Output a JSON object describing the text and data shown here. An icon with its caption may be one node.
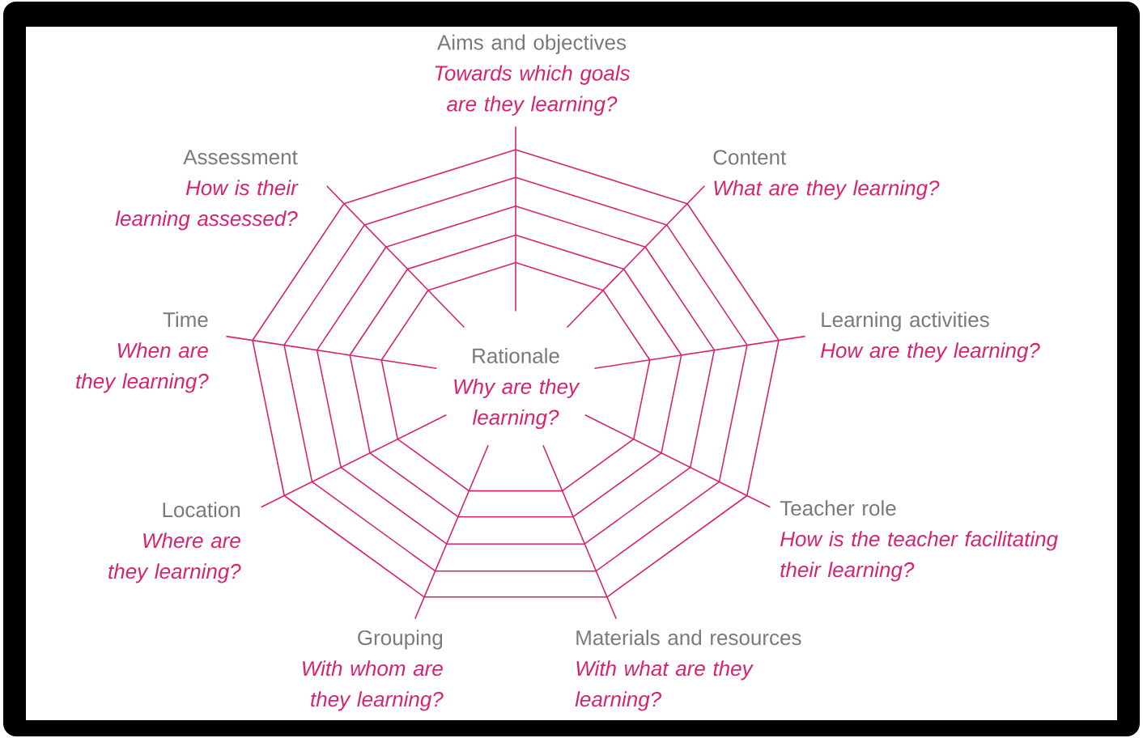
{
  "diagram": {
    "nodes": [
      {
        "text": [
          "Aims and objectives",
          "Towards which goals are they learning?"
        ]
      },
      {
        "text": [
          "Content",
          "What are they learning?"
        ]
      },
      {
        "text": [
          "Learning activities",
          "How are they learning?"
        ]
      },
      {
        "text": [
          "Teacher role",
          "How is the teacher facilitating their learning?"
        ]
      },
      {
        "text": [
          "Materials and resources",
          "With what are they learning?"
        ]
      },
      {
        "text": [
          "Grouping",
          "With whom are they learning?"
        ]
      },
      {
        "text": [
          "Location",
          "Where are they learning?"
        ]
      },
      {
        "text": [
          "Time",
          "When are they learning?"
        ]
      },
      {
        "text": [
          "Assessment",
          "How is their learning assessed?"
        ]
      },
      {
        "text": [
          "Rationale",
          "Why are they learning?"
        ]
      }
    ],
    "edges": [
      {
        "from": 9,
        "to": 0,
        "arrow": "none"
      },
      {
        "from": 9,
        "to": 1,
        "arrow": "none"
      },
      {
        "from": 9,
        "to": 2,
        "arrow": "none"
      },
      {
        "from": 9,
        "to": 3,
        "arrow": "none"
      },
      {
        "from": 9,
        "to": 4,
        "arrow": "none"
      },
      {
        "from": 9,
        "to": 5,
        "arrow": "none"
      },
      {
        "from": 9,
        "to": 6,
        "arrow": "none"
      },
      {
        "from": 9,
        "to": 7,
        "arrow": "none"
      },
      {
        "from": 9,
        "to": 8,
        "arrow": "none"
      }
    ]
  }
}
